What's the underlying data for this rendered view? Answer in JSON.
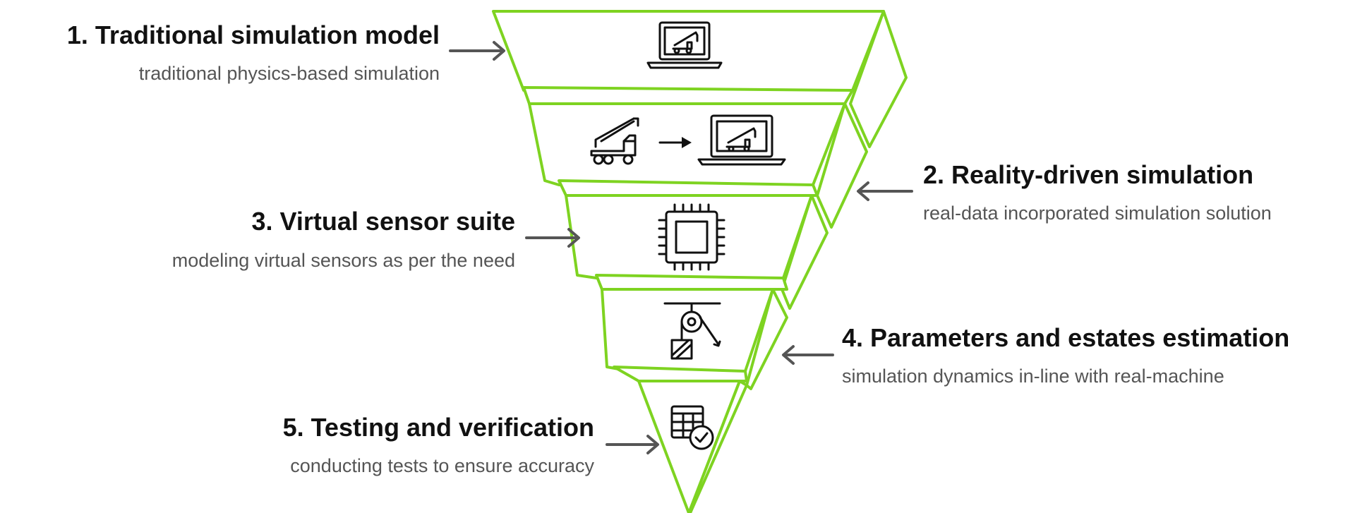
{
  "layers": [
    {
      "number": "1",
      "title": "1. Traditional simulation model",
      "subtitle": "traditional physics-based simulation",
      "icon": "laptop-crane-icon"
    },
    {
      "number": "2",
      "title": "2. Reality-driven simulation",
      "subtitle": "real-data incorporated simulation solution",
      "icon": "crane-to-laptop-icon"
    },
    {
      "number": "3",
      "title": "3. Virtual sensor suite",
      "subtitle": "modeling virtual sensors as per the need",
      "icon": "chip-icon"
    },
    {
      "number": "4",
      "title": "4. Parameters and estates estimation",
      "subtitle": "simulation dynamics in-line with real-machine",
      "icon": "pulley-icon"
    },
    {
      "number": "5",
      "title": "5. Testing and verification",
      "subtitle": "conducting tests to ensure accuracy",
      "icon": "table-check-icon"
    }
  ],
  "colors": {
    "accent_green": "#7ed321",
    "arrow_gray": "#555555",
    "title_text": "#111111",
    "subtitle_text": "#555555",
    "icon_black": "#111111"
  }
}
